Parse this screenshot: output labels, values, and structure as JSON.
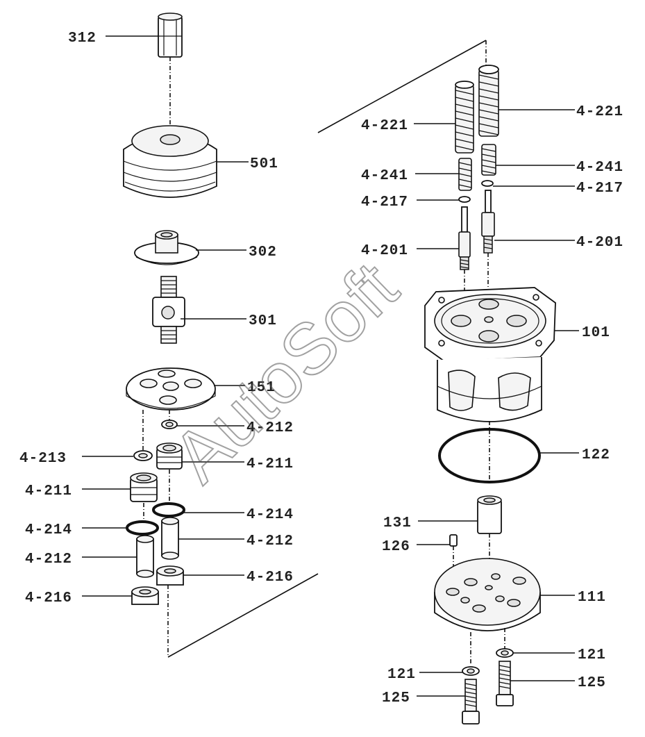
{
  "watermark": "AutoSoft",
  "labels": {
    "p312": "312",
    "p501": "501",
    "p302": "302",
    "p301": "301",
    "p151": "151",
    "p4212a": "4-212",
    "p4213": "4-213",
    "p4211a": "4-211",
    "p4211b": "4-211",
    "p4214a": "4-214",
    "p4214b": "4-214",
    "p4212b": "4-212",
    "p4212c": "4-212",
    "p4216a": "4-216",
    "p4216b": "4-216",
    "p4221a": "4-221",
    "p4221b": "4-221",
    "p4241a": "4-241",
    "p4241b": "4-241",
    "p4217a": "4-217",
    "p4217b": "4-217",
    "p4201a": "4-201",
    "p4201b": "4-201",
    "p101": "101",
    "p122": "122",
    "p131": "131",
    "p126": "126",
    "p111": "111",
    "p121a": "121",
    "p121b": "121",
    "p125a": "125",
    "p125b": "125"
  }
}
